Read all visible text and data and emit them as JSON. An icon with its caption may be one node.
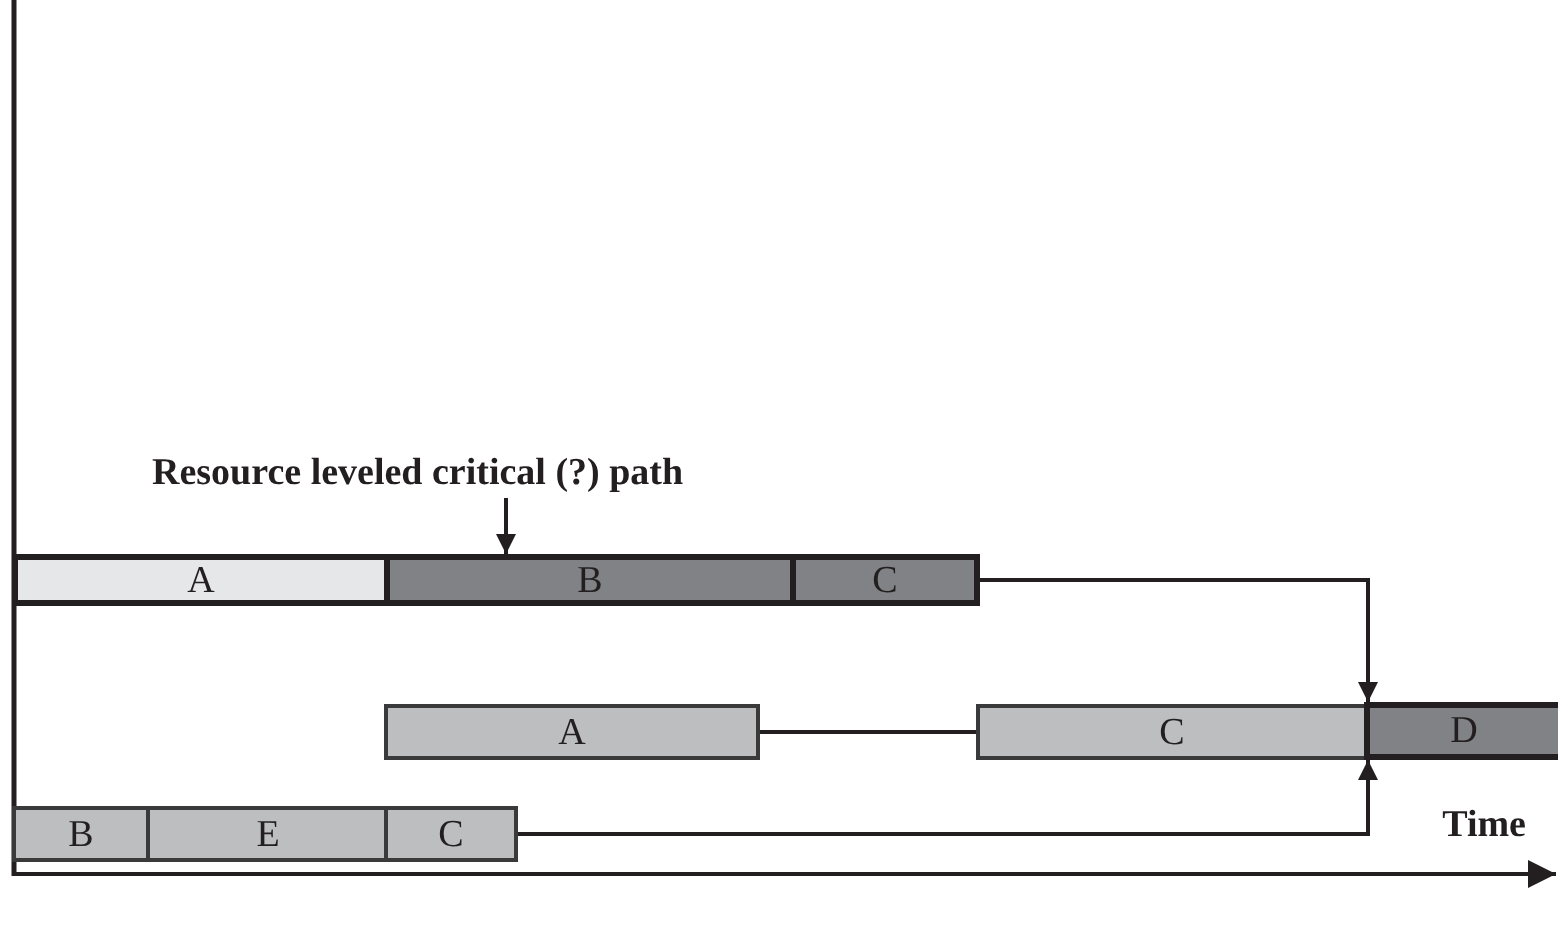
{
  "diagram": {
    "nodes": [
      {
        "text": [
          "Resource leveled critical (?) path"
        ]
      },
      {
        "text": [
          "A"
        ]
      },
      {
        "text": [
          "B"
        ]
      },
      {
        "text": [
          "C"
        ]
      },
      {
        "text": [
          "A"
        ]
      },
      {
        "text": [
          "C"
        ]
      },
      {
        "text": [
          "D"
        ]
      },
      {
        "text": [
          "B"
        ]
      },
      {
        "text": [
          "E"
        ]
      },
      {
        "text": [
          "C"
        ]
      }
    ],
    "edges": [
      {
        "from": 0,
        "to": 2,
        "arrow": "to"
      },
      {
        "from": 3,
        "to": 6,
        "arrow": "to"
      },
      {
        "from": 4,
        "to": 5,
        "arrow": "none"
      },
      {
        "from": 9,
        "to": 6,
        "arrow": "to"
      }
    ],
    "labels": [
      "Time"
    ]
  }
}
